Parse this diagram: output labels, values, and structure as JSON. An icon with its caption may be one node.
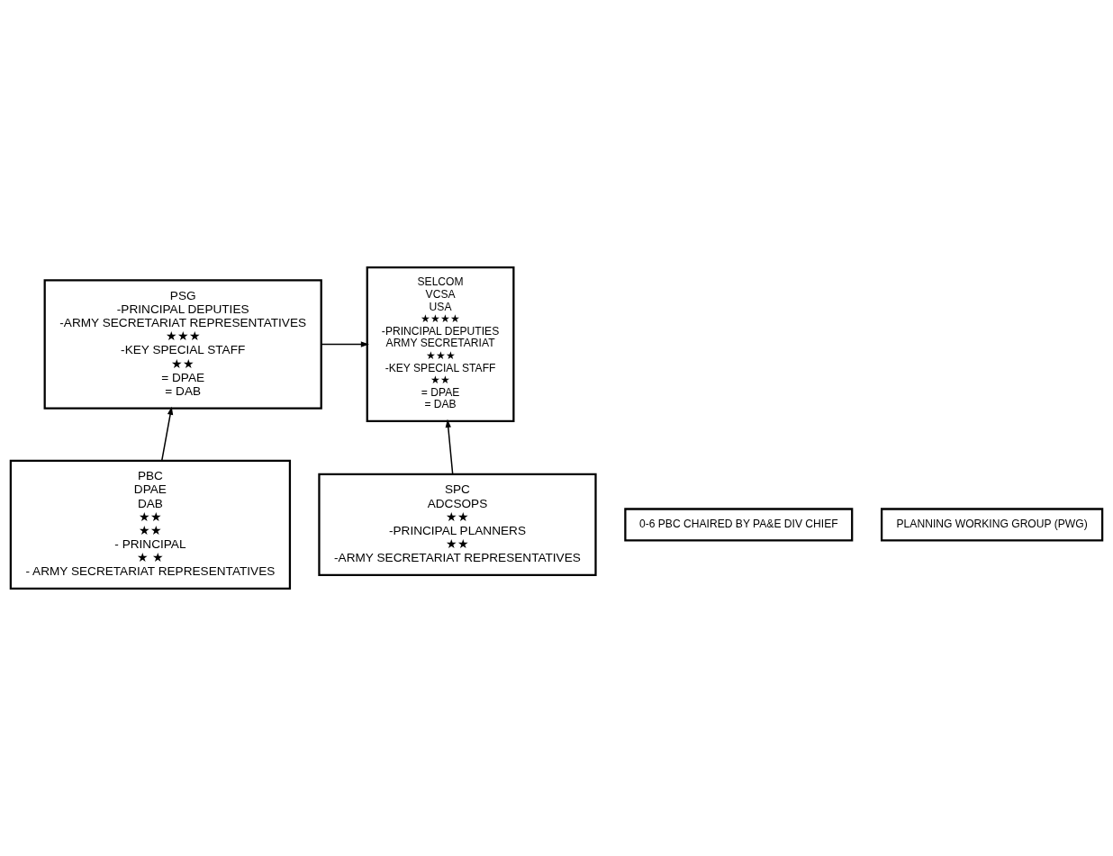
{
  "diagram": {
    "nodes": [
      {
        "text": [
          "SELCOM",
          "VCSA",
          "USA",
          "★★★★",
          "-PRINCIPAL DEPUTIES",
          "ARMY SECRETARIAT",
          "★★★",
          "-KEY SPECIAL STAFF",
          "★★",
          "= DPAE",
          "= DAB"
        ]
      },
      {
        "text": [
          "PSG",
          "-PRINCIPAL DEPUTIES",
          "-ARMY SECRETARIAT REPRESENTATIVES",
          "★★★",
          "-KEY SPECIAL STAFF",
          "★★",
          "= DPAE",
          "= DAB"
        ]
      },
      {
        "text": [
          "PBC",
          "DPAE",
          "DAB",
          "★★",
          "★★",
          "- PRINCIPAL",
          "★ ★",
          "- ARMY SECRETARIAT REPRESENTATIVES"
        ]
      },
      {
        "text": [
          "0-6 PBC CHAIRED BY PA&E DIV CHIEF"
        ]
      },
      {
        "text": [
          "SPC",
          "ADCSOPS",
          "★★",
          "-PRINCIPAL PLANNERS",
          "★★",
          "-ARMY SECRETARIAT REPRESENTATIVES"
        ]
      },
      {
        "text": [
          "PLANNING WORKING GROUP (PWG)"
        ]
      }
    ],
    "edges": [
      {
        "from": 1,
        "to": 0,
        "arrow": "to"
      },
      {
        "from": 2,
        "to": 1,
        "arrow": "to"
      },
      {
        "from": 4,
        "to": 0,
        "arrow": "to"
      }
    ]
  }
}
